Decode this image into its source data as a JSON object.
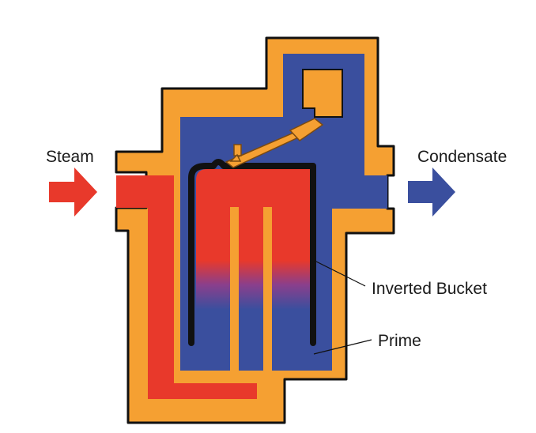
{
  "labels": {
    "inlet": "Steam",
    "outlet": "Condensate",
    "bucket": "Inverted Bucket",
    "prime": "Prime"
  },
  "colors": {
    "body": "#f5a032",
    "steam": "#e8392b",
    "condensate": "#3a4f9e",
    "bucket": "#111111",
    "outline": "#111111",
    "mix": "#8a3f8c"
  },
  "icons": {
    "inlet_arrow": "arrow-right-icon",
    "outlet_arrow": "arrow-right-icon"
  }
}
